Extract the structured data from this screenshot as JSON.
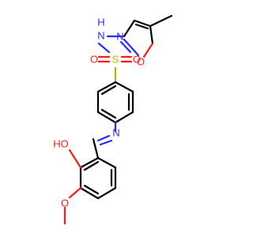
{
  "colors": {
    "carbon": "#000000",
    "nitrogen": "#2a2aff",
    "oxygen": "#ff1a1a",
    "sulfur": "#b3b300"
  },
  "atoms": {
    "nh": "N",
    "h_on_n": "H",
    "s": "S",
    "o_top": "O",
    "o_bottom": "O",
    "n_isoxazole": "N",
    "o_isoxazole": "O",
    "n_imine": "N",
    "oh": "HO",
    "o_methoxy": "O"
  }
}
